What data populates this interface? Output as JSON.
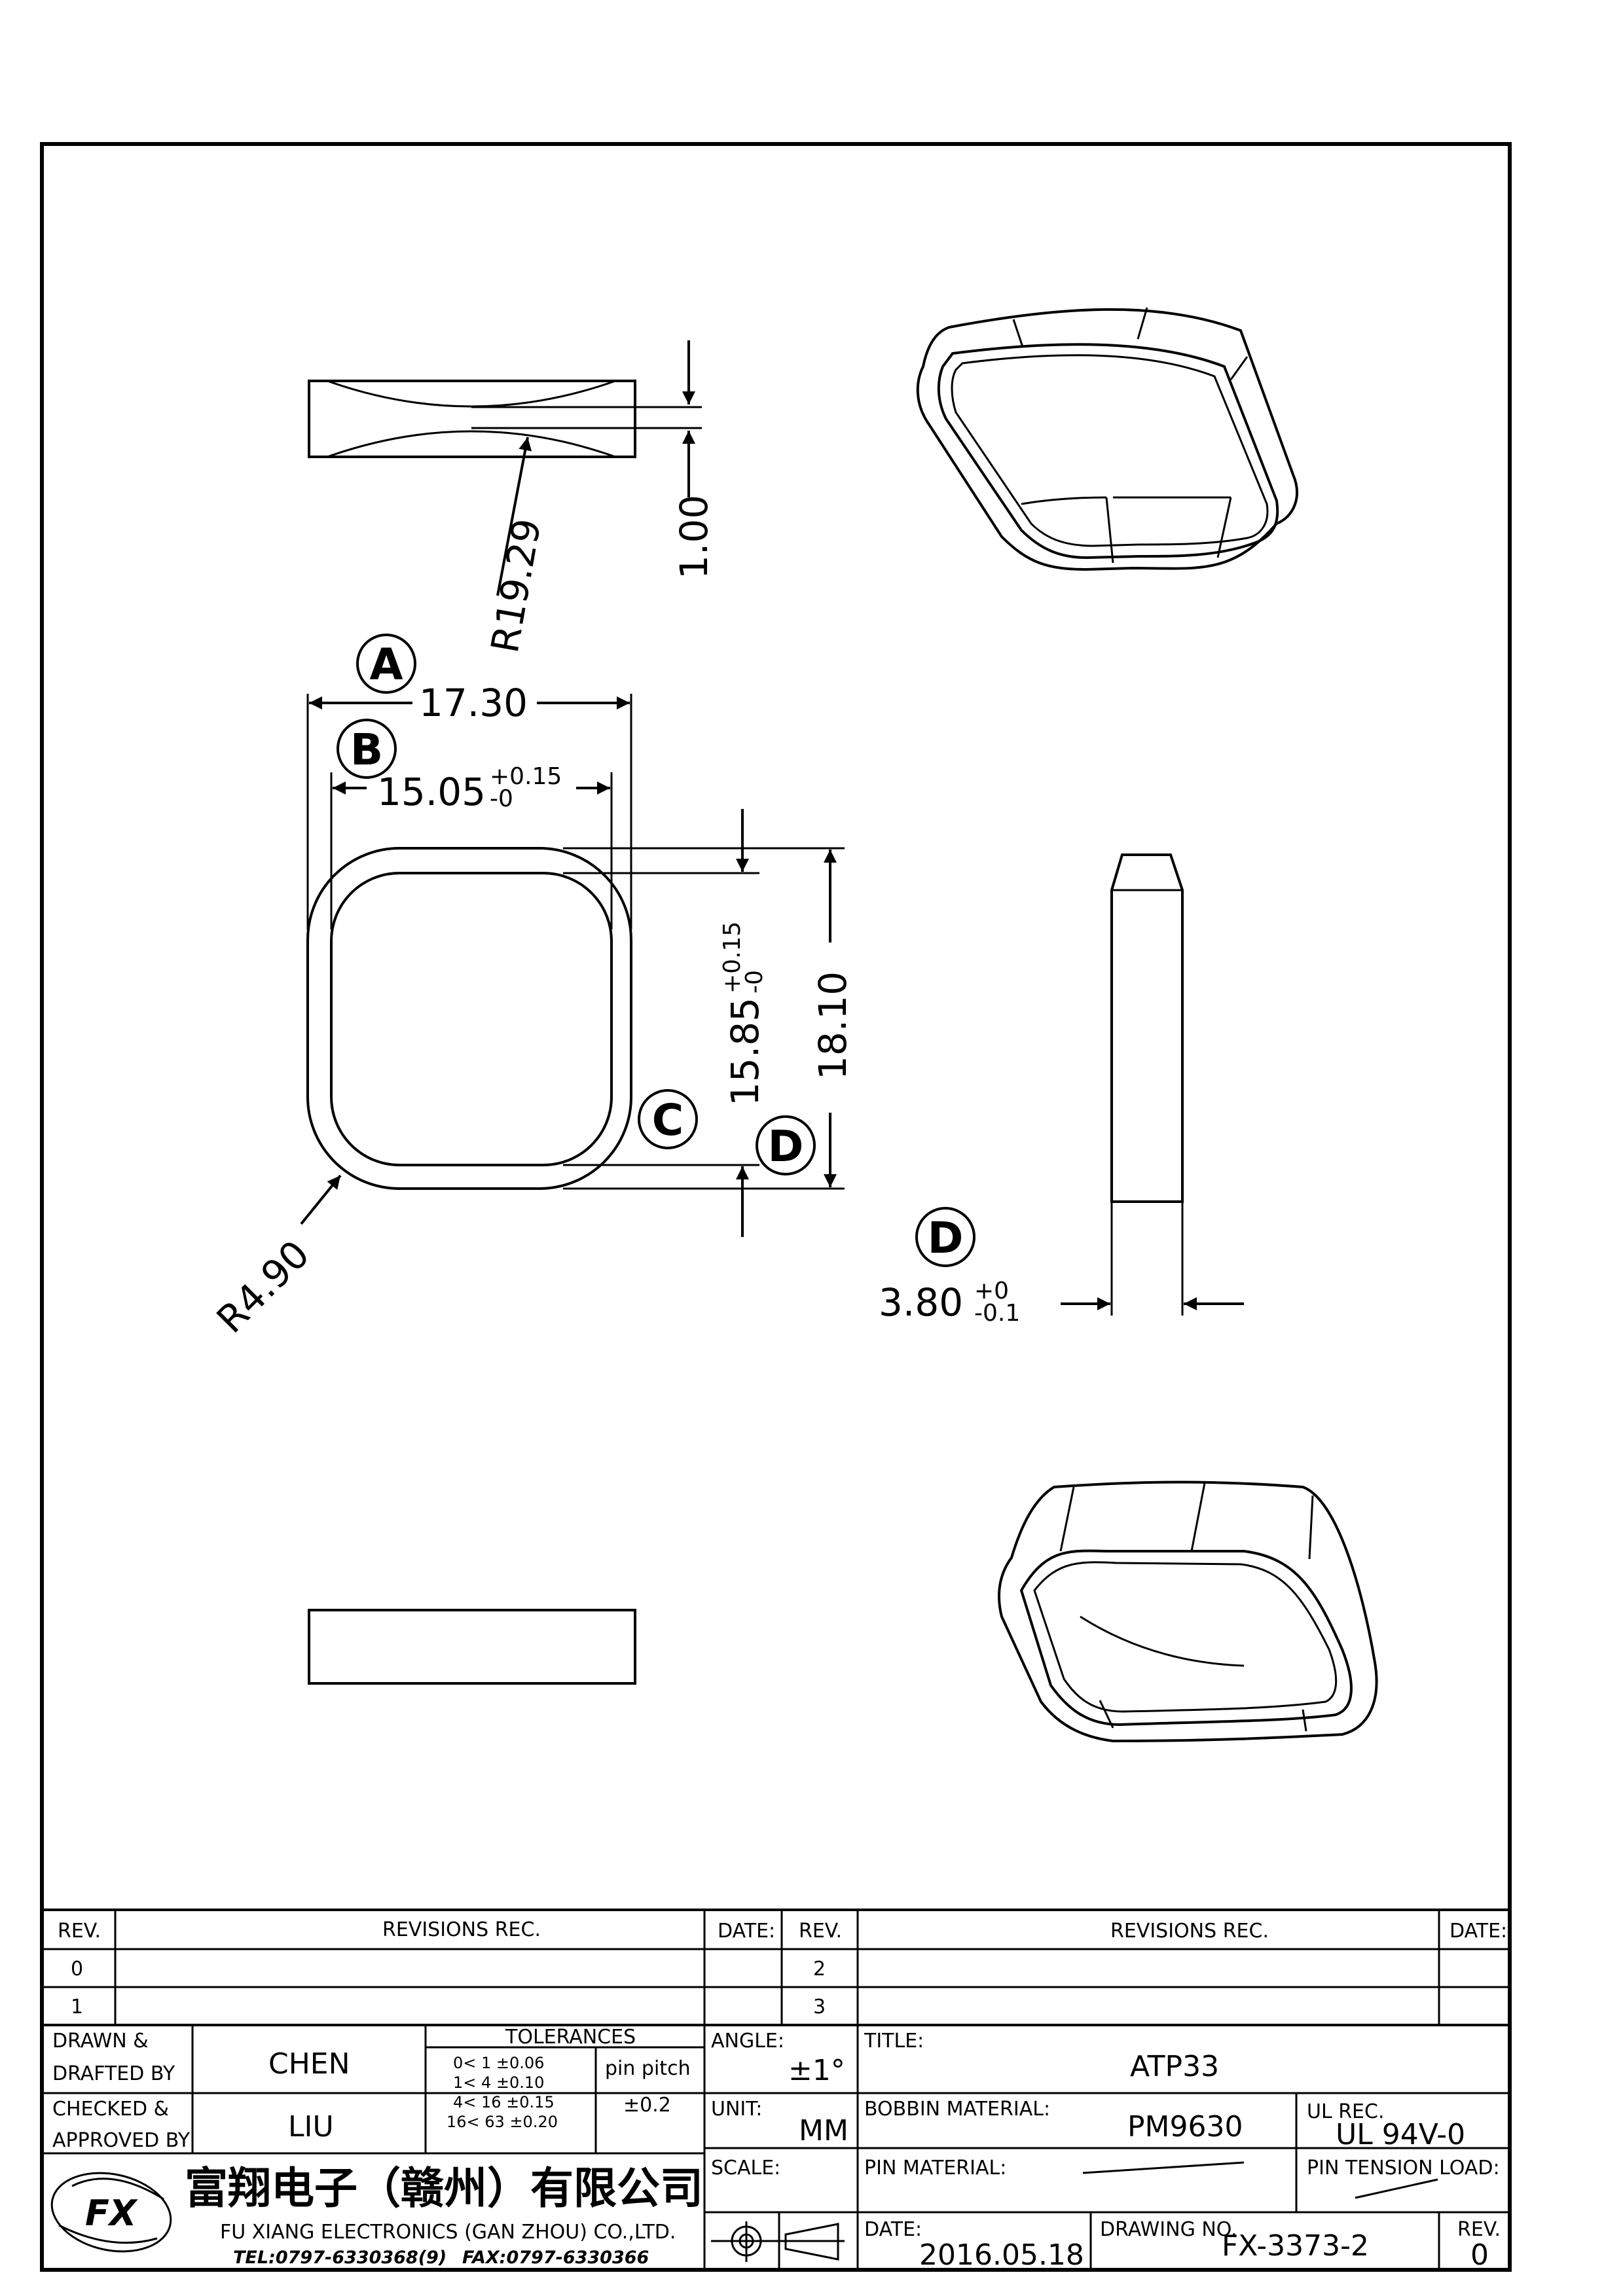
{
  "drawing": {
    "side_radius": "R19.29",
    "thickness": "1.00",
    "width_outer": "17.30",
    "width_inner": "15.05",
    "width_inner_tol_upper": "+0.15",
    "width_inner_tol_lower": "-0",
    "height_inner": "15.85",
    "height_inner_tol_upper": "+0.15",
    "height_inner_tol_lower": "-0",
    "height_outer": "18.10",
    "corner_radius": "R4.90",
    "wall": "3.80",
    "wall_tol_upper": "+0",
    "wall_tol_lower": "-0.1",
    "balloons": {
      "a": "A",
      "b": "B",
      "c": "C",
      "d": "D"
    }
  },
  "title_block": {
    "rev_header": "REV.",
    "revisions_header": "REVISIONS   REC.",
    "date_header": "DATE:",
    "rev_rows_left": [
      "0",
      "1"
    ],
    "rev_rows_right": [
      "2",
      "3"
    ],
    "drawn_label_1": "DRAWN &",
    "drawn_label_2": "DRAFTED BY",
    "drawn_by": "CHEN",
    "checked_label_1": "CHECKED &",
    "checked_label_2": "APPROVED BY",
    "checked_by": "LIU",
    "tolerances_header": "TOLERANCES",
    "tolerance_rows": [
      "0<   1   ±0.06",
      "1<   4   ±0.10",
      "4<  16  ±0.15",
      "16<  63  ±0.20"
    ],
    "pin_pitch_label": "pin pitch",
    "pin_pitch_value": "±0.2",
    "angle_label": "ANGLE:",
    "angle_value": "±1°",
    "unit_label": "UNIT:",
    "unit_value": "MM",
    "scale_label": "SCALE:",
    "title_label": "TITLE:",
    "title_value": "ATP33",
    "bobbin_material_label": "BOBBIN MATERIAL:",
    "bobbin_material_value": "PM9630",
    "ul_label": "UL REC.",
    "ul_value": "UL 94V-0",
    "pin_material_label": "PIN MATERIAL:",
    "pin_tension_label": "PIN TENSION LOAD:",
    "date_label": "DATE:",
    "date_value": "2016.05.18",
    "drawing_no_label": "DRAWING NO.",
    "drawing_no_value": "FX-3373-2",
    "rev_label": "REV.",
    "rev_value": "0",
    "company_cn": "富翔电子（赣州）有限公司",
    "company_en": "FU XIANG ELECTRONICS (GAN ZHOU) CO.,LTD.",
    "tel": "TEL:0797-6330368(9)",
    "fax": "FAX:0797-6330366",
    "logo_text": "FX"
  }
}
